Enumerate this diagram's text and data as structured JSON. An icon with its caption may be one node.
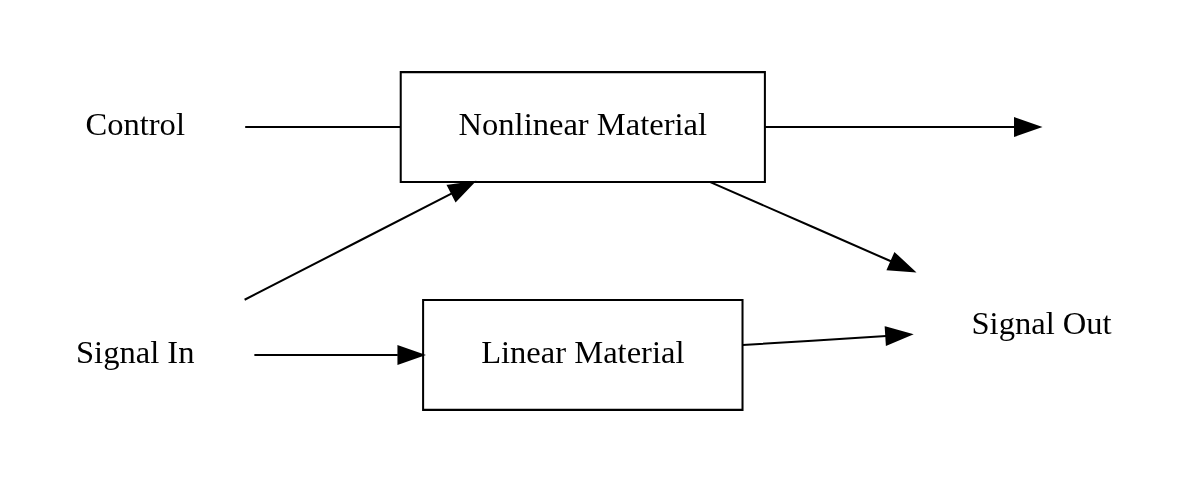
{
  "diagram": {
    "nodes": [
      {
        "text": [
          "Signal In"
        ]
      },
      {
        "text": [
          "Control"
        ]
      },
      {
        "text": [
          "Nonlinear Material"
        ]
      },
      {
        "text": [
          "Linear Material"
        ]
      },
      {
        "text": [
          "Signal Out"
        ]
      }
    ],
    "edges": [
      {
        "from": 0,
        "to": 2,
        "arrow": "to"
      },
      {
        "from": 0,
        "to": 3,
        "arrow": "to"
      },
      {
        "from": 1,
        "to": 2,
        "arrow": "none"
      },
      {
        "from": 2,
        "to": null,
        "arrow": "to"
      },
      {
        "from": 2,
        "to": 4,
        "arrow": "to"
      },
      {
        "from": 3,
        "to": 4,
        "arrow": "to"
      }
    ]
  }
}
